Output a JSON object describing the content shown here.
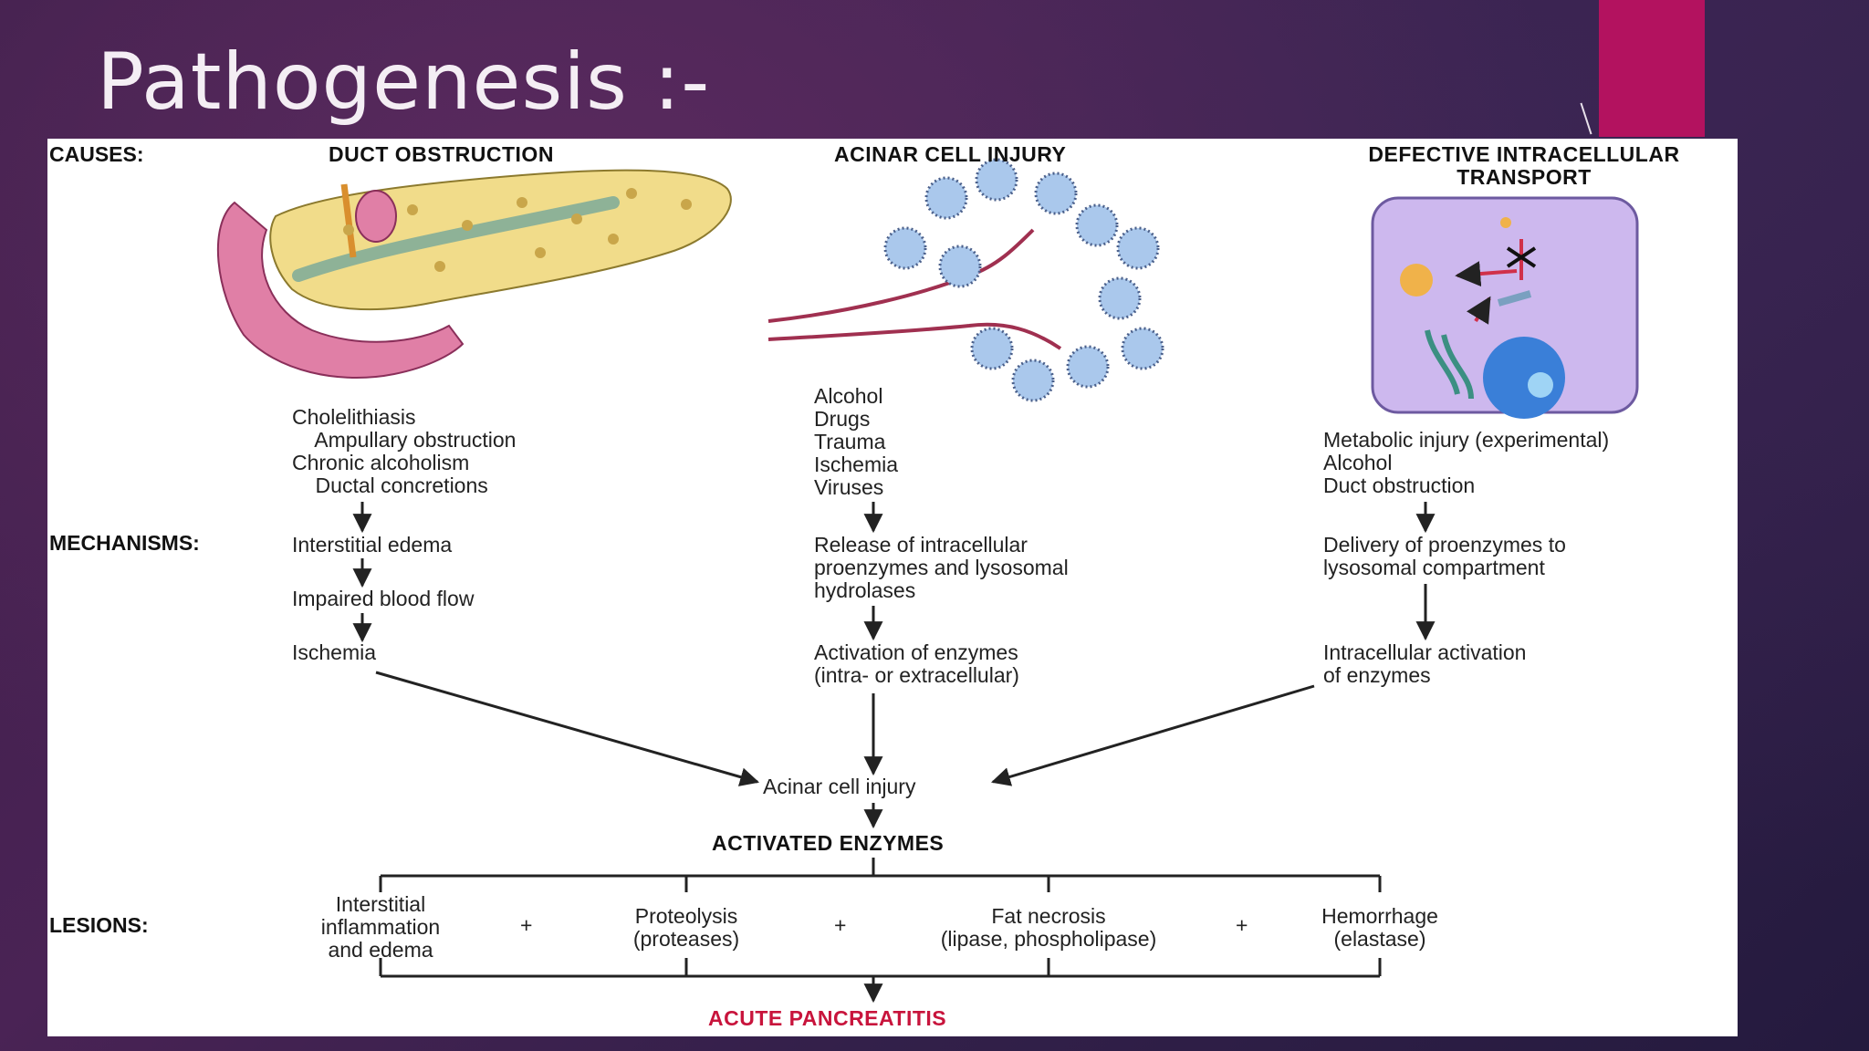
{
  "slide": {
    "title": "Pathogenesis :-",
    "accent_color": "#b3125f"
  },
  "diagram": {
    "sections": {
      "causes": "CAUSES:",
      "mechanisms": "MECHANISMS:",
      "lesions": "LESIONS:"
    },
    "columns": {
      "duct": {
        "header": "DUCT OBSTRUCTION",
        "causes": "Cholelithiasis\n    Ampullary obstruction\nChronic alcoholism\n    Ductal concretions",
        "mech1": "Interstitial edema",
        "mech2": "Impaired blood flow",
        "mech3": "Ischemia"
      },
      "acinar": {
        "header": "ACINAR CELL INJURY",
        "causes": "Alcohol\nDrugs\nTrauma\nIschemia\nViruses",
        "mech1": "Release of intracellular\nproenzymes and lysosomal\nhydrolases",
        "mech2": "Activation of enzymes\n(intra- or extracellular)"
      },
      "transport": {
        "header": "DEFECTIVE INTRACELLULAR\nTRANSPORT",
        "causes": "Metabolic injury (experimental)\nAlcohol\nDuct obstruction",
        "mech1": "Delivery of proenzymes to\nlysosomal compartment",
        "mech2": "Intracellular activation\nof enzymes"
      }
    },
    "convergence": "Acinar cell injury",
    "activated": "ACTIVATED ENZYMES",
    "lesions": {
      "l1": "Interstitial\ninflammation\nand edema",
      "l2": "Proteolysis\n(proteases)",
      "l3": "Fat necrosis\n(lipase, phospholipase)",
      "l4": "Hemorrhage\n(elastase)",
      "plus": "+"
    },
    "outcome": "ACUTE PANCREATITIS",
    "colors": {
      "outcome_text": "#c8143c",
      "pancreas": "#f1dc8a",
      "duodenum": "#e07fa6",
      "acinus": "#aac8ec",
      "cell": "#cdb8ee"
    }
  }
}
